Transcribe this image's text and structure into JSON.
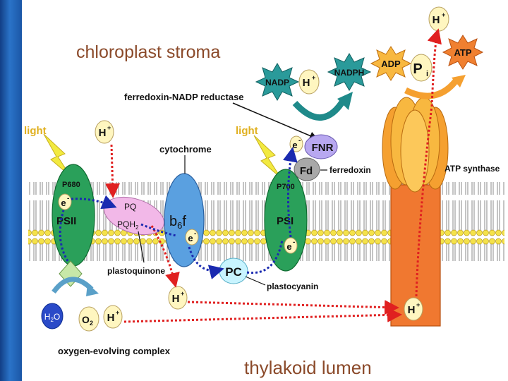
{
  "title": "chloroplast stroma",
  "bottom_title": "thylakoid lumen",
  "labels": {
    "fnr_enzyme": "ferredoxin-NADP reductase",
    "light_left": "light",
    "light_right": "light",
    "cytochrome": "cytochrome",
    "ferredoxin": "ferredoxin",
    "atp_synthase": "ATP synthase",
    "plastoquinone": "plastoquinone",
    "plastocyanin": "plastocyanin",
    "oec": "oxygen-evolving complex"
  },
  "molecules": {
    "nadp": "NADP",
    "nadph": "NADPH",
    "adp": "ADP",
    "atp": "ATP",
    "pi": "P",
    "pi_sub": "i",
    "h_plus": "H",
    "plus": "+",
    "e_minus": "e",
    "minus": "-",
    "h2o": "H",
    "h2o_sub": "2",
    "h2o_end": "O",
    "o2": "O",
    "o2_sub": "2"
  },
  "complexes": {
    "p680": "P680",
    "psii": "PSII",
    "pq": "PQ",
    "pqh2": "PQH",
    "pqh2_sub": "2",
    "b6f": "b",
    "b6f_sub": "6",
    "b6f_end": "f",
    "p700": "P700",
    "psi": "PSI",
    "pc": "PC",
    "fnr": "FNR",
    "fd": "Fd"
  },
  "colors": {
    "stroma_title": "#8b4a2a",
    "psii_green": "#2aa05a",
    "pq_pink": "#f2b8e8",
    "cytochrome_blue": "#5aa0e0",
    "pc_cyan": "#c8f4ff",
    "fnr_lavender": "#b8a8f0",
    "fd_gray": "#a8a8a8",
    "atp_orange": "#f07830",
    "atp_head": "#f8b840",
    "molecule_yellow": "#fff6c0",
    "nadp_teal": "#2a9a9a",
    "arrow_red": "#e02020",
    "arrow_blue": "#1a2ab0"
  }
}
